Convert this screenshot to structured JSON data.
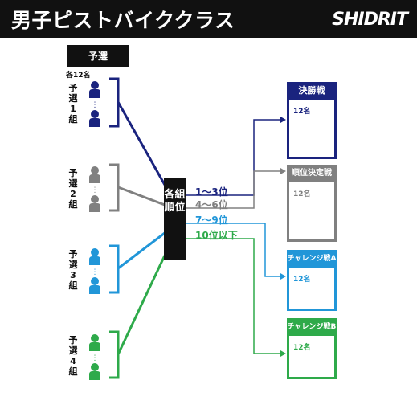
{
  "header": {
    "title": "男子ピストバイククラス",
    "logo": "SHIDRIT"
  },
  "qualifying": {
    "label": "予選",
    "count": "各12名",
    "groups": [
      {
        "label": "予選1組",
        "color": "#1a237e"
      },
      {
        "label": "予選2組",
        "color": "#808080"
      },
      {
        "label": "予選3組",
        "color": "#2196d8"
      },
      {
        "label": "予選4組",
        "color": "#2eaa4a"
      }
    ]
  },
  "ranking": {
    "label": "各組順位"
  },
  "routes": [
    {
      "label": "1～3位",
      "color": "#1a237e"
    },
    {
      "label": "4～6位",
      "color": "#808080"
    },
    {
      "label": "7～9位",
      "color": "#2196d8"
    },
    {
      "label": "10位以下",
      "color": "#2eaa4a"
    }
  ],
  "finals": [
    {
      "label": "決勝戦",
      "count": "12名",
      "color": "#1a237e"
    },
    {
      "label": "順位決定戦",
      "count": "12名",
      "color": "#808080"
    },
    {
      "label": "チャレンジ戦A",
      "count": "12名",
      "color": "#2196d8"
    },
    {
      "label": "チャレンジ戦B",
      "count": "12名",
      "color": "#2eaa4a"
    }
  ]
}
